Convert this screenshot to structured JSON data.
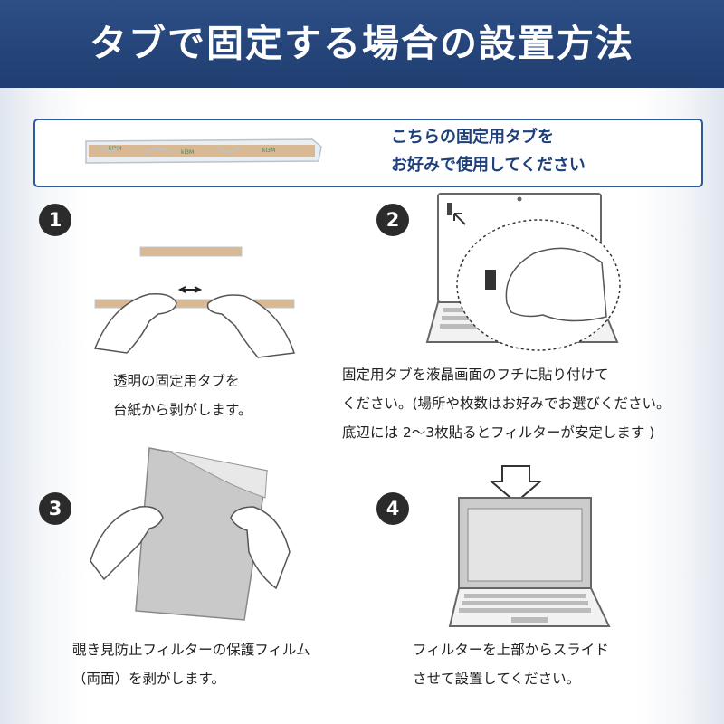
{
  "header": {
    "title": "タブで固定する場合の設置方法"
  },
  "intro": {
    "line1": "こちらの固定用タブを",
    "line2": "お好みで使用してください"
  },
  "steps": [
    {
      "number": "1",
      "lines": [
        "透明の固定用タブを",
        "台紙から剥がします。"
      ]
    },
    {
      "number": "2",
      "lines": [
        "固定用タブを液晶画面のフチに貼り付けて",
        "ください。(場所や枚数はお好みでお選びください。",
        "底辺には 2〜3枚貼るとフィルターが安定します )"
      ]
    },
    {
      "number": "3",
      "lines": [
        "覗き見防止フィルターの保護フィルム",
        "（両面）を剥がします。"
      ]
    },
    {
      "number": "4",
      "lines": [
        "フィルターを上部からスライド",
        "させて設置してください。"
      ]
    }
  ],
  "colors": {
    "header_bg": "#2d4f86",
    "accent_blue": "#1d3f7a",
    "box_border": "#2e5a9c",
    "tab_tan": "#d9b894",
    "tab_green": "#2e8b57"
  },
  "icons": [
    "tab-strip-icon",
    "hands-peeling-icon",
    "laptop-icon",
    "hand-magnifier-icon",
    "filter-sheet-icon",
    "laptop-filter-icon",
    "down-arrow-icon"
  ]
}
